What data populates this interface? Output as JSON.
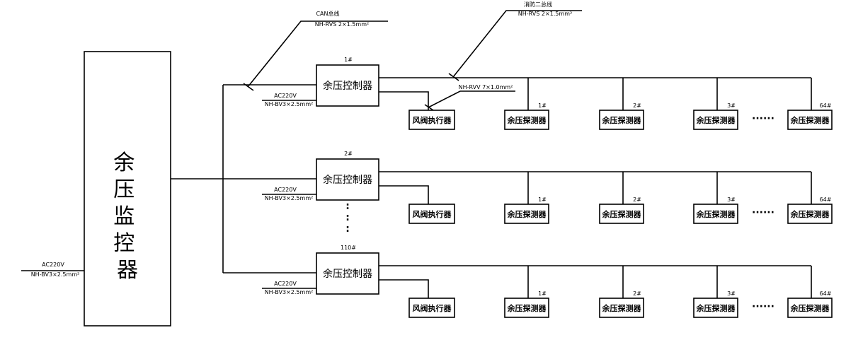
{
  "monitor": {
    "label": "余压监控器"
  },
  "main_power": {
    "voltage": "AC220V",
    "cable": "NH-BV3×2.5mm²"
  },
  "can_bus": {
    "name": "CAN总线",
    "cable": "NH-RVS 2×1.5mm²"
  },
  "fire_bus": {
    "name": "消防二总线",
    "cable": "NH-RVS 2×1.5mm²"
  },
  "actuator_cable": "NH-RVV 7×1.0mm²",
  "controller_power": {
    "voltage": "AC220V",
    "cable": "NH-BV3×2.5mm²"
  },
  "controller_label": "余压控制器",
  "actuator_label": "风阀执行器",
  "detector_label": "余压探测器",
  "vertical_ellipsis": "⋮",
  "horizontal_ellipsis": "······",
  "groups": [
    {
      "id": "1#",
      "detectors": [
        "1#",
        "2#",
        "3#",
        "64#"
      ]
    },
    {
      "id": "2#",
      "detectors": [
        "1#",
        "2#",
        "3#",
        "64#"
      ]
    },
    {
      "id": "110#",
      "detectors": [
        "1#",
        "2#",
        "3#",
        "64#"
      ]
    }
  ]
}
